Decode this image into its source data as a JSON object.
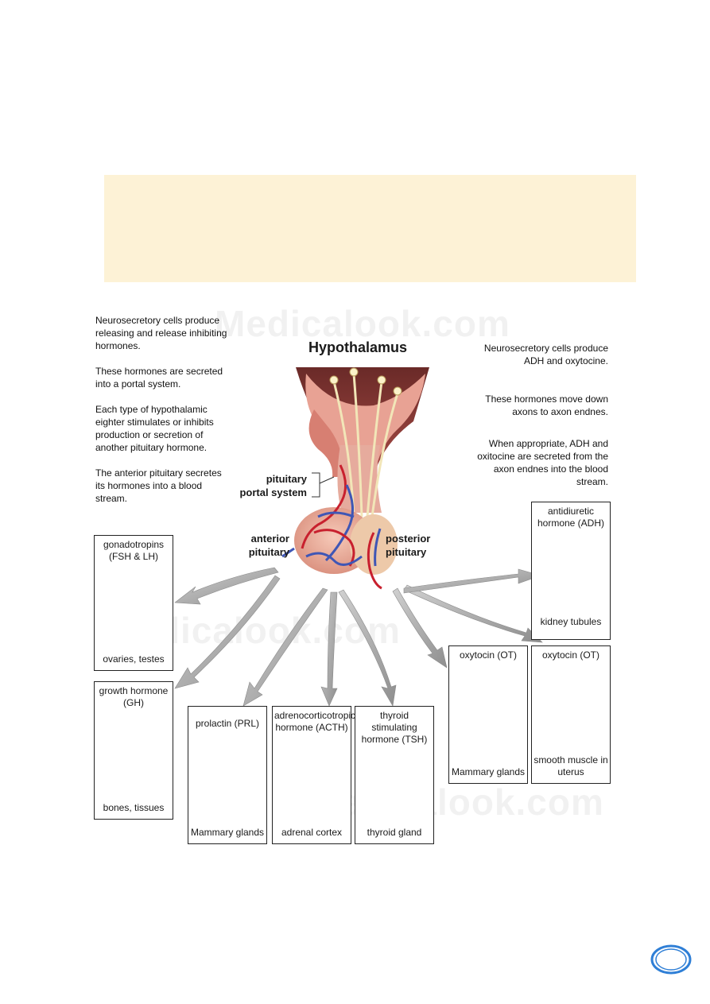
{
  "left_notes": [
    "Neurosecretory cells produce releasing and release inhibiting hormones.",
    "These hormones are secreted into a portal system.",
    "Each type of hypothalamic eighter stimulates or inhibits production or secretion of another pituitary hormone.",
    "The anterior pituitary secretes its hormones into a blood stream."
  ],
  "right_notes": [
    "Neurosecretory cells produce ADH and oxytocine.",
    "These hormones move down axons to axon endnes.",
    "When appropriate, ADH and oxitocine are secreted from the axon endnes into the blood stream."
  ],
  "diagram": {
    "title": "Hypothalamus",
    "portal_label": "pituitary portal system",
    "anterior_label": "anterior pituitary",
    "posterior_label": "posterior pituitary"
  },
  "targets": {
    "gonadotropins": {
      "hormone": "gonadotropins (FSH & LH)",
      "organ": "ovaries, testes"
    },
    "growth": {
      "hormone": "growth hormone (GH)",
      "organ": "bones, tissues"
    },
    "prolactin": {
      "hormone": "prolactin (PRL)",
      "organ": "Mammary glands"
    },
    "acth": {
      "hormone": "adrenocorticotropic hormone (ACTH)",
      "organ": "adrenal cortex"
    },
    "tsh": {
      "hormone": "thyroid stimulating hormone (TSH)",
      "organ": "thyroid gland"
    },
    "oxytocin_breast": {
      "hormone": "oxytocin (OT)",
      "organ": "Mammary glands"
    },
    "oxytocin_uterus": {
      "hormone": "oxytocin (OT)",
      "organ": "smooth muscle in uterus"
    },
    "adh": {
      "hormone": "antidiuretic hormone (ADH)",
      "organ": "kidney tubules"
    }
  },
  "watermark": "Medicalook.com",
  "colors": {
    "note_bg": "#fdf2d6",
    "arrow": "#a8a8a8",
    "artery": "#c8202e",
    "vein": "#3f56b5",
    "tissue": "#e9a79a",
    "page_ring": "#2f7fd6"
  }
}
